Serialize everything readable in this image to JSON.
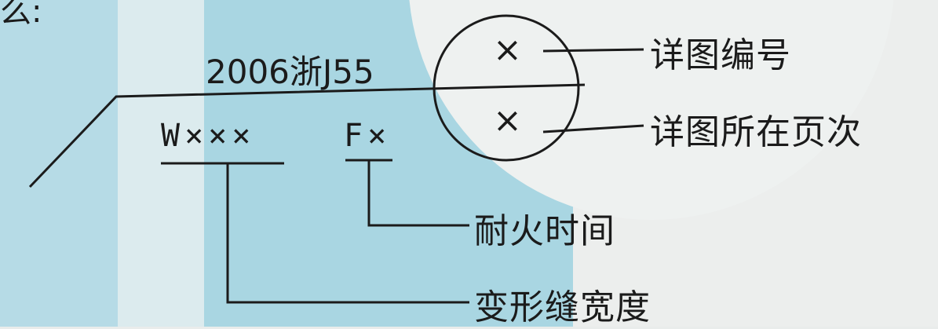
{
  "corner_char": "么:",
  "atlas_code": "2006浙J55",
  "joint_code": "W×××",
  "fire_code": "F×",
  "circle_top_mark": "×",
  "circle_bottom_mark": "×",
  "labels": {
    "detail_number": "详图编号",
    "detail_page": "详图所在页次",
    "fire_time": "耐火时间",
    "joint_width": "变形缝宽度"
  },
  "colors": {
    "line": "#1b1b1b",
    "blue_band": "#a9d6e2"
  }
}
